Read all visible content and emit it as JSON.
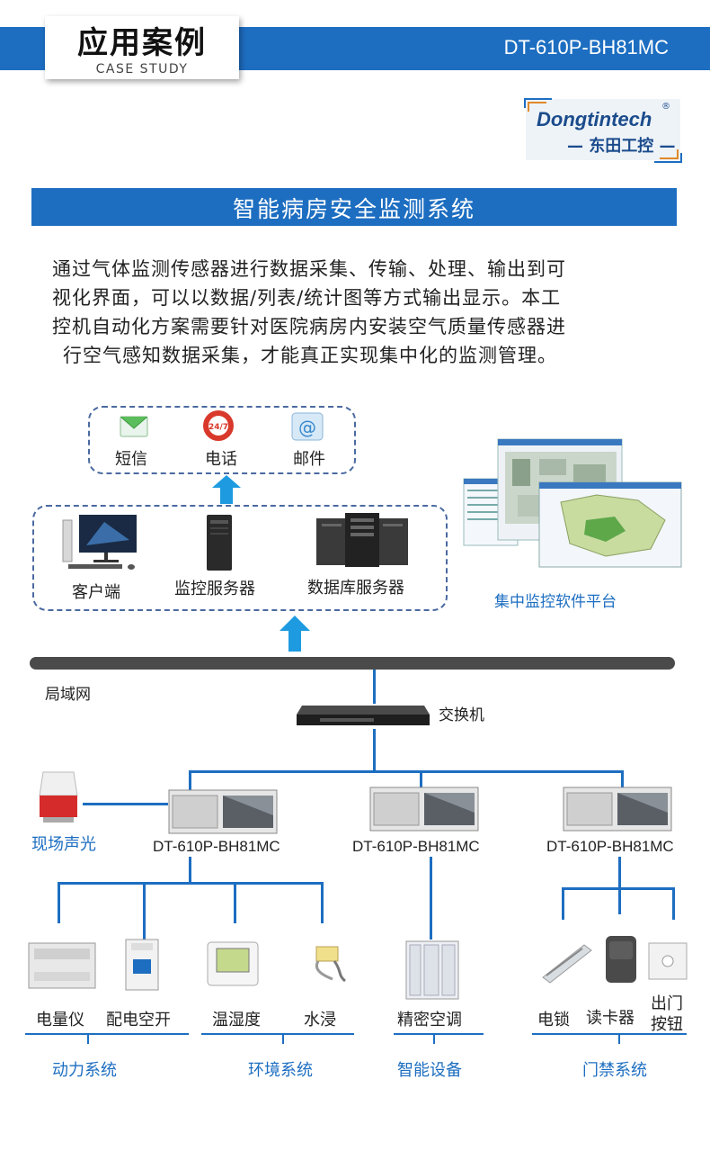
{
  "header": {
    "title": "应用案例",
    "subtitle": "CASE STUDY",
    "model": "DT-610P-BH81MC"
  },
  "logo": {
    "en": "Dongtintech",
    "cn": "— 东田工控 —",
    "reg": "®"
  },
  "section": {
    "title": "智能病房安全监测系统"
  },
  "intro": {
    "lines": [
      "通过气体监测传感器进行数据采集、传输、处理、输出到可",
      "视化界面，可以以数据/列表/统计图等方式输出显示。本工",
      "控机自动化方案需要针对医院病房内安装空气质量传感器进",
      "行空气感知数据采集，才能真正实现集中化的监测管理。"
    ]
  },
  "notify": {
    "sms": "短信",
    "phone": "电话",
    "phone_badge": "24/7",
    "mail": "邮件"
  },
  "servers": {
    "client": "客户端",
    "monitor": "监控服务器",
    "database": "数据库服务器"
  },
  "platform": {
    "label": "集中监控软件平台"
  },
  "network": {
    "lan": "局域网",
    "switch": "交换机"
  },
  "devices": {
    "alarm": "现场声光",
    "ipc1": "DT-610P-BH81MC",
    "ipc2": "DT-610P-BH81MC",
    "ipc3": "DT-610P-BH81MC"
  },
  "endpoints": {
    "meter": "电量仪",
    "breaker": "配电空开",
    "temp": "温湿度",
    "water": "水浸",
    "ac": "精密空调",
    "lock": "电锁",
    "reader": "读卡器",
    "exit_1": "出门",
    "exit_2": "按钮"
  },
  "systems": {
    "power": "动力系统",
    "env": "环境系统",
    "smart": "智能设备",
    "access": "门禁系统"
  },
  "colors": {
    "brand": "#1d6ec1",
    "arrow": "#1e9be0",
    "logo": "#1b4c8c"
  }
}
